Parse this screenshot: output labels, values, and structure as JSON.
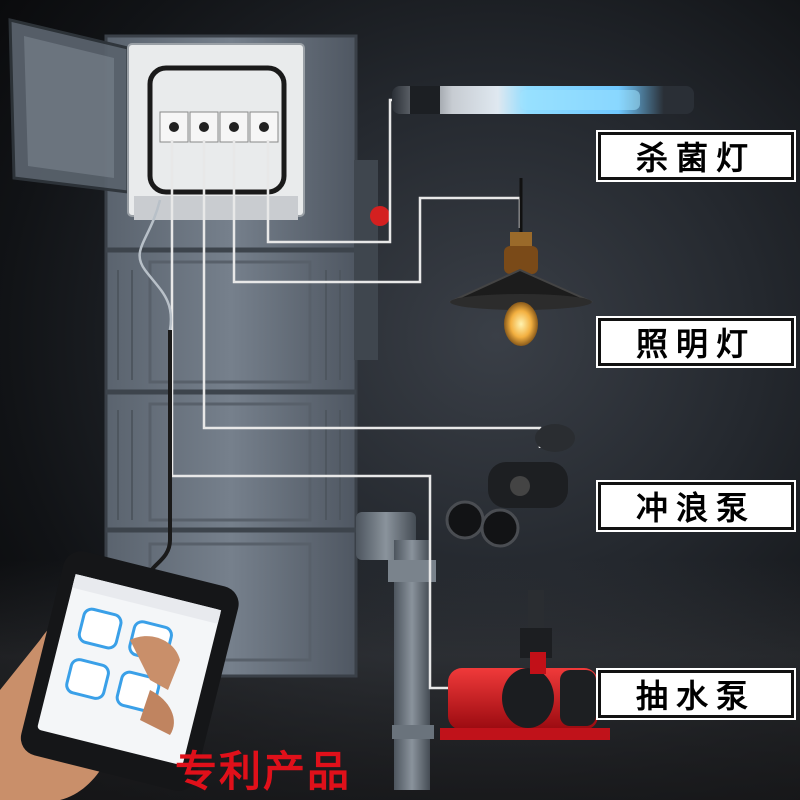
{
  "labels": {
    "uv_lamp": "杀菌灯",
    "lighting_lamp": "照明灯",
    "wave_pump": "冲浪泵",
    "water_pump": "抽水泵"
  },
  "patent": "专利产品",
  "colors": {
    "patent_red": "#e0101a",
    "uv_glow": "#7fd8ff",
    "pump_red": "#d5101a",
    "phone_accent": "#3aa0e8",
    "crate_gray": "#6c7682"
  },
  "icons": {
    "uv": "uv-lamp-icon",
    "lamp": "pendant-lamp-icon",
    "wave": "wave-pump-icon",
    "pump": "water-pump-icon",
    "phone": "smartphone-icon",
    "box": "outlet-box-icon"
  }
}
